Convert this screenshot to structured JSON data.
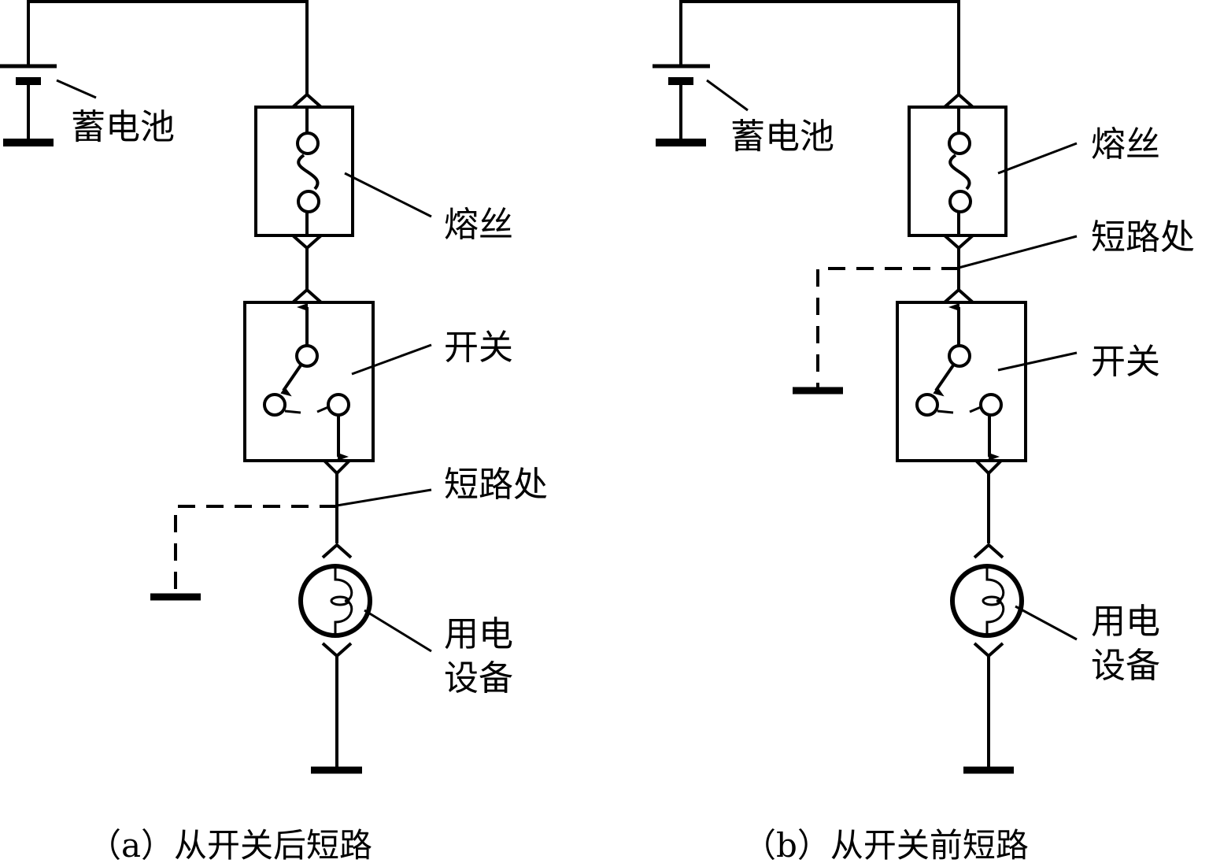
{
  "diagrams": [
    {
      "id": "a",
      "labels": {
        "battery": "蓄电池",
        "fuse": "熔丝",
        "switch": "开关",
        "short_point": "短路处",
        "load_line1": "用电",
        "load_line2": "设备"
      },
      "caption": "（a）从开关后短路"
    },
    {
      "id": "b",
      "labels": {
        "battery": "蓄电池",
        "fuse": "熔丝",
        "short_point": "短路处",
        "switch": "开关",
        "load_line1": "用电",
        "load_line2": "设备"
      },
      "caption": "（b）从开关前短路"
    }
  ],
  "colors": {
    "stroke": "#000000",
    "background": "#ffffff"
  }
}
